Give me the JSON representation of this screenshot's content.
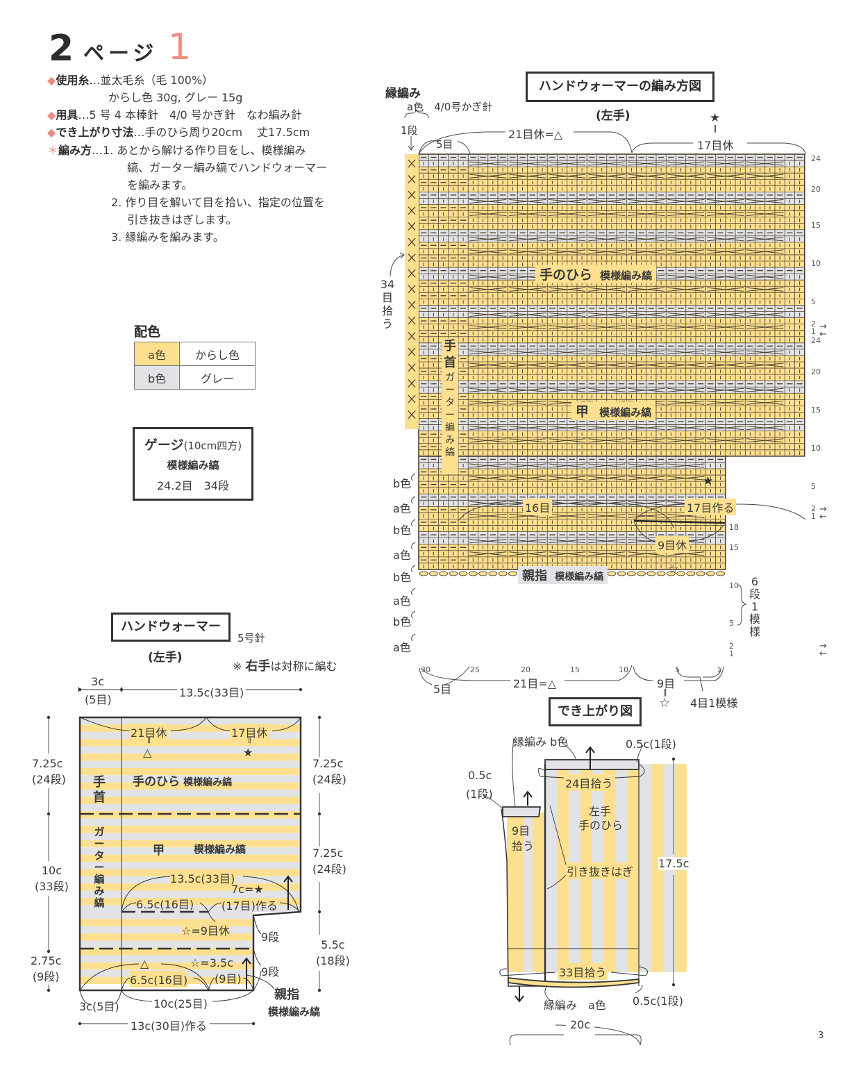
{
  "header": {
    "number": "2",
    "page_word": "ページ",
    "item_no": "1"
  },
  "specs": {
    "yarn_label": "使用糸",
    "yarn_line1": "…並太毛糸（毛 100%）",
    "yarn_line2": "からし色 30g, グレー 15g",
    "tools_label": "用具",
    "tools_value": "…5 号 4 本棒針　4/0 号かぎ針　なわ編み針",
    "size_label": "でき上がり寸法",
    "size_value": "…手のひら周り20cm　 丈17.5cm",
    "method_label": "編み方",
    "method_steps": [
      "…1. あとから解ける作り目をし、模様編み",
      "縞、ガーター編み縞でハンドウォーマー",
      "を編みます。",
      "2. 作り目を解いて目を拾い、指定の位置を",
      "引き抜きはぎします。",
      "3. 縁編みを編みます。"
    ],
    "bullet_symbol": "◆",
    "asterisk_symbol": "＊"
  },
  "color_table": {
    "title": "配色",
    "rows": [
      {
        "key": "a色",
        "value": "からし色",
        "swatch": "#fde08f"
      },
      {
        "key": "b色",
        "value": "グレー",
        "swatch": "#e2e3e6"
      }
    ]
  },
  "gauge": {
    "title": "ゲージ",
    "title_note": "(10cm四方)",
    "pattern": "模様編み縞",
    "value": "24.2目　34段"
  },
  "colors": {
    "a_yellow": "#fde08f",
    "b_gray": "#e2e3e6",
    "grid_line": "#4a3f2e",
    "accent_pink": "#ee8f86"
  },
  "chart": {
    "title": "ハンドウォーマーの編み方図",
    "subtitle": "(左手)",
    "edge_title": "縁編み",
    "edge_note": "a色　4/0号かぎ針",
    "edge_rows": "1段",
    "top_left_count": "5目",
    "top_rest": "21目休=△",
    "top_right_rest": "17目休",
    "star": "★",
    "equals": "‖",
    "pickup": [
      "34",
      "目",
      "拾",
      "う"
    ],
    "palm_label": "手のひら",
    "palm_pattern": "模様編み縞",
    "back_label": "甲",
    "back_pattern": "模様編み縞",
    "wrist_label": [
      "手",
      "首"
    ],
    "garter_label": [
      "ガ",
      "ー",
      "タ",
      "ー",
      "編",
      "み",
      "縞"
    ],
    "count_16": "16目",
    "count_17_make": "17目作る",
    "rest_9": "9目休",
    "thumb_label": "親指",
    "thumb_pattern": "模様編み縞",
    "open_star": "☆",
    "side_colors": [
      "b色",
      "a色",
      "b色",
      "a色",
      "b色",
      "a色",
      "b色",
      "a色"
    ],
    "right_rows_top": [
      "24",
      "20",
      "15",
      "10",
      "5",
      "2",
      "1"
    ],
    "right_rows_mid": [
      "24",
      "20",
      "15",
      "10",
      "5",
      "2",
      "1"
    ],
    "right_rows_thumb": [
      "18",
      "15",
      "10",
      "5",
      "2",
      "1"
    ],
    "repeat_rows": [
      "6",
      "段",
      "1",
      "模",
      "様"
    ],
    "bottom_ticks": [
      "30",
      "25",
      "20",
      "15",
      "10",
      "5",
      "1"
    ],
    "bottom_5": "5目",
    "bottom_21": "21目=△",
    "bottom_9": "9目",
    "bottom_repeat": "4目1模様",
    "arrow_right": "→",
    "arrow_left": "←"
  },
  "schematic": {
    "title": "ハンドウォーマー",
    "needle": "5号針",
    "subtitle": "(左手)",
    "note_prefix": "※",
    "note_bold": "右手",
    "note_rest": "は対称に編む",
    "w_left_top": "3c",
    "w_left_bot": "(5目)",
    "w_main": "13.5c(33目)",
    "h_left": [
      {
        "v": "7.25c",
        "s": "(24段)"
      },
      {
        "v": "10c",
        "s": "(33段)"
      },
      {
        "v": "2.75c",
        "s": "(9段)"
      }
    ],
    "h_right": [
      {
        "v": "7.25c",
        "s": "(24段)"
      },
      {
        "v": "7.25c",
        "s": "(24段)"
      },
      {
        "v": "5.5c",
        "s": "(18段)"
      }
    ],
    "rest21": "21目休",
    "rest17": "17目休",
    "tri": "△",
    "star": "★",
    "palm": "手のひら",
    "palm_pattern": "模様編み縞",
    "wrist": [
      "手",
      "首"
    ],
    "garter": [
      "ガ",
      "ー",
      "タ",
      "ー",
      "編",
      "み",
      "縞"
    ],
    "back": "甲",
    "back_pattern": "模様編み縞",
    "w_135": "13.5c(33目)",
    "w_7": "7c=★",
    "w_65a": "6.5c(16目)",
    "w_17make": "(17目)作る",
    "rest9": "☆=9目休",
    "rows9a": "9段",
    "rows9b": "9段",
    "star35": "☆=3.5c",
    "w_9": "(9目)",
    "w_65b": "6.5c(16目)",
    "thumb": "親指",
    "thumb_pattern": "模様編み縞",
    "b_3": "3c(5目)",
    "b_10": "10c(25目)",
    "b_13": "13c(30目)作る"
  },
  "finished": {
    "title": "でき上がり図",
    "edge_b": "縁編み b色",
    "top_05": "0.5c(1段)",
    "thumb_05a": "0.5c",
    "thumb_05b": "(1段)",
    "pick24": "24目拾う",
    "left_hand": "左手",
    "palm": "手のひら",
    "pick9a": "9目",
    "pick9b": "拾う",
    "slip": "引き抜きはぎ",
    "height": "17.5c",
    "pick33": "33目拾う",
    "edge_a": "縁編み　a色",
    "bot_05": "0.5c(1段)",
    "width": "20c"
  },
  "page_number": "3"
}
